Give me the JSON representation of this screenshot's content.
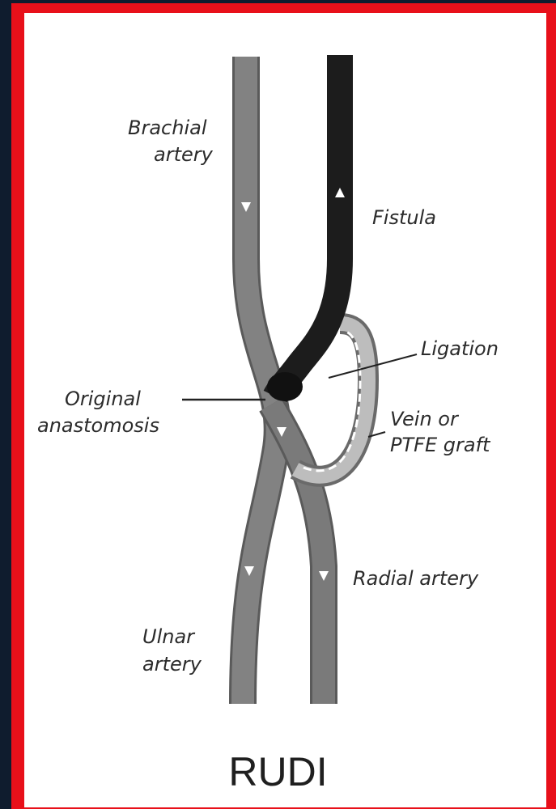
{
  "labels": {
    "brachial_artery_1": "Brachial",
    "brachial_artery_2": "artery",
    "fistula": "Fistula",
    "ligation": "Ligation",
    "original_anastomosis_1": "Original",
    "original_anastomosis_2": "anastomosis",
    "vein_graft_1": "Vein or",
    "vein_graft_2": "PTFE graft",
    "radial_artery": "Radial artery",
    "ulnar_artery_1": "Ulnar",
    "ulnar_artery_2": "artery"
  },
  "title": "RUDI",
  "colors": {
    "frame": "#e8101a",
    "background": "#0f1c2e",
    "artery": "#7d7d7d",
    "fistula": "#1c1c1c",
    "graft": "#b8b8b8"
  }
}
